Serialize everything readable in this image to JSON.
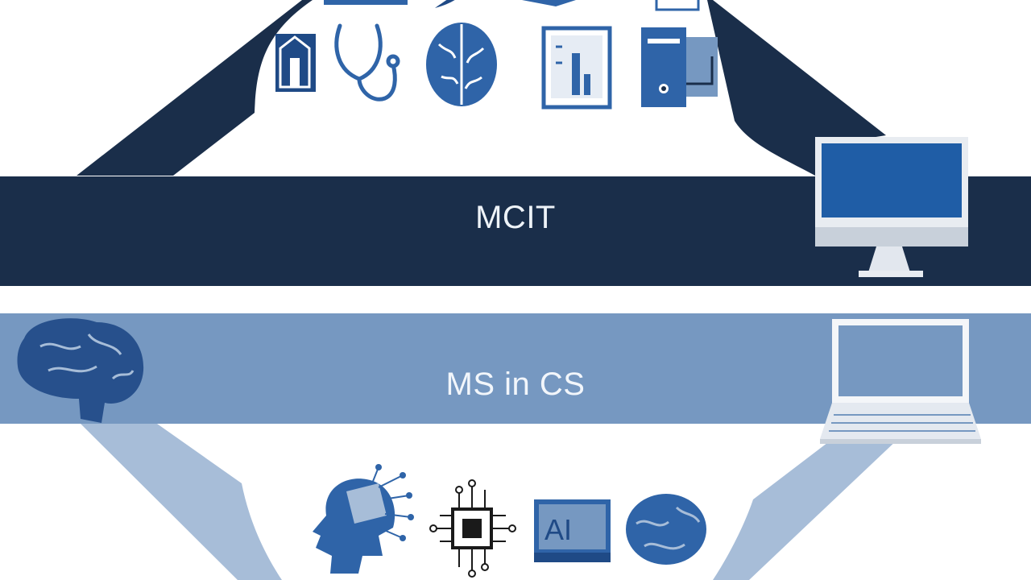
{
  "bands": {
    "top": {
      "label": "MCIT",
      "color": "#1a2e4a"
    },
    "bottom": {
      "label": "MS in CS",
      "color": "#7698c1"
    }
  },
  "top_icons": [
    "house-document-icon",
    "stethoscope-icon",
    "brain-icon",
    "bar-chart-icon",
    "desktop-tower-icon"
  ],
  "bottom_icons": [
    "ai-head-icon",
    "chip-icon",
    "ai-screen-icon",
    "brain-icon"
  ],
  "side_icons": [
    "desktop-monitor-icon",
    "brain-icon",
    "laptop-icon"
  ],
  "ai_screen_text": "AI",
  "colors": {
    "navy": "#1a2e4a",
    "steel": "#7698c1",
    "pale": "#a7bdd8",
    "icon_blue": "#2f64a8",
    "icon_dark": "#1f4a86"
  }
}
